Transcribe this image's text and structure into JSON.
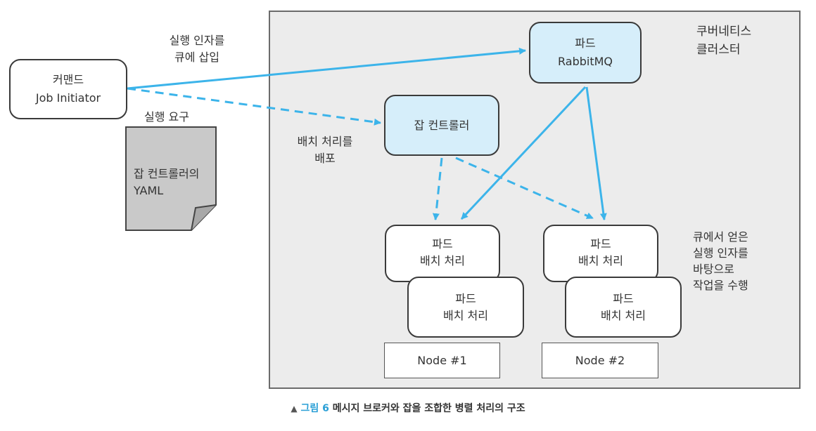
{
  "cluster": {
    "label_line1": "쿠버네티스",
    "label_line2": "클러스터"
  },
  "initiator": {
    "line1": "커맨드",
    "line2": "Job Initiator"
  },
  "insert_label": {
    "line1": "실행 인자를",
    "line2": "큐에 삽입"
  },
  "request_label": "실행 요구",
  "yaml_doc": {
    "line1": "잡 컨트롤러의",
    "line2": "YAML"
  },
  "rabbit_pod": {
    "line1": "파드",
    "line2": "RabbitMQ"
  },
  "job_controller": {
    "label": "잡 컨트롤러"
  },
  "deploy_label": {
    "line1": "배치 처리를",
    "line2": "배포"
  },
  "batch_pods": [
    {
      "line1": "파드",
      "line2": "배치 처리"
    },
    {
      "line1": "파드",
      "line2": "배치 처리"
    },
    {
      "line1": "파드",
      "line2": "배치 처리"
    },
    {
      "line1": "파드",
      "line2": "배치 처리"
    }
  ],
  "nodes": [
    {
      "label": "Node #1"
    },
    {
      "label": "Node #2"
    }
  ],
  "queue_note": {
    "line1": "큐에서 얻은",
    "line2": "실행 인자를",
    "line3": "바탕으로",
    "line4": "작업을 수행"
  },
  "caption": {
    "marker": "▲",
    "figure": "그림 6",
    "text": "메시지 브로커와 잡을 조합한 병렬 처리의 구조"
  },
  "colors": {
    "accent": "#2a9fd6",
    "arrow": "#3cb4ea",
    "pod_fill": "#d6eefa",
    "cluster_fill": "#ececec",
    "doc_fill": "#c9c9c9"
  }
}
